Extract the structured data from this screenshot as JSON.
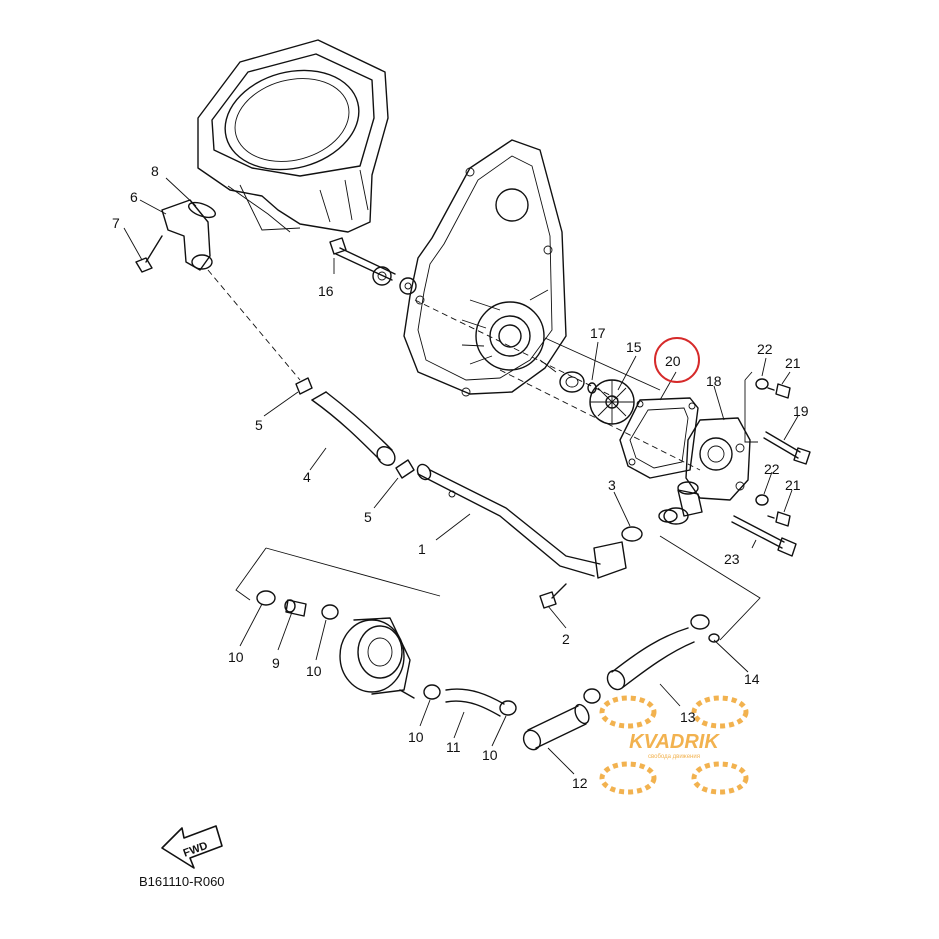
{
  "diagram_code": "B161110-R060",
  "fwd_label": "FWD",
  "callouts": [
    "1",
    "2",
    "3",
    "4",
    "5",
    "5",
    "6",
    "7",
    "8",
    "9",
    "10",
    "10",
    "10",
    "10",
    "11",
    "12",
    "13",
    "14",
    "15",
    "16",
    "17",
    "18",
    "19",
    "20",
    "21",
    "21",
    "22",
    "22",
    "23"
  ],
  "highlighted_part": "20",
  "highlight_color": "#d62a2a",
  "watermark": {
    "brand": "KVADRIK",
    "tagline": "свобода движения",
    "color": "#f0a531"
  }
}
